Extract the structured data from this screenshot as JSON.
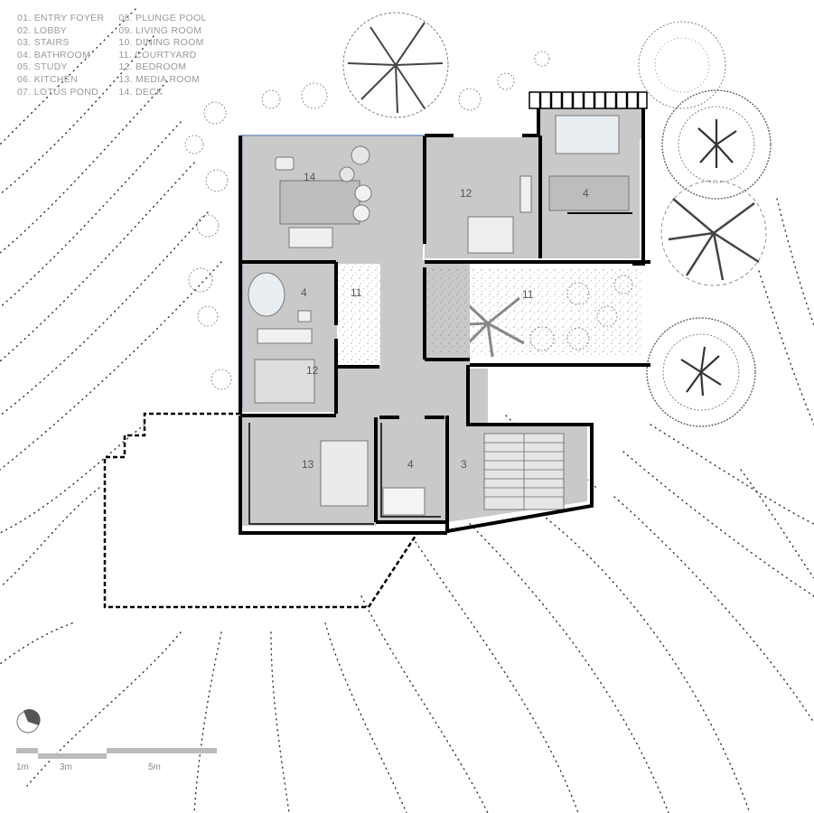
{
  "legend": {
    "col1": [
      "01. ENTRY FOYER",
      "02. LOBBY",
      "03. STAIRS",
      "04. BATHROOM",
      "05. STUDY",
      "06. KITCHEN",
      "07. LOTUS POND"
    ],
    "col2": [
      "08. PLUNGE POOL",
      "09. LIVING ROOM",
      "10. DINING ROOM",
      "11. COURTYARD",
      "12. BEDROOM",
      "13. MEDIA ROOM",
      "14. DECK"
    ]
  },
  "rooms": {
    "deck": "14",
    "bedroom_top": "12",
    "bath_top": "4",
    "bath_left": "4",
    "courtyard_inner": "11",
    "courtyard_outer": "11",
    "bedroom_left": "12",
    "media": "13",
    "bath_bottom": "4",
    "stairs": "3"
  },
  "scale": {
    "labels": [
      "1m",
      "3m",
      "5m"
    ]
  },
  "colors": {
    "floor": "#c9c9c9",
    "wall": "#000000",
    "glazing": "#8fa6c8",
    "tree": "#555555"
  }
}
